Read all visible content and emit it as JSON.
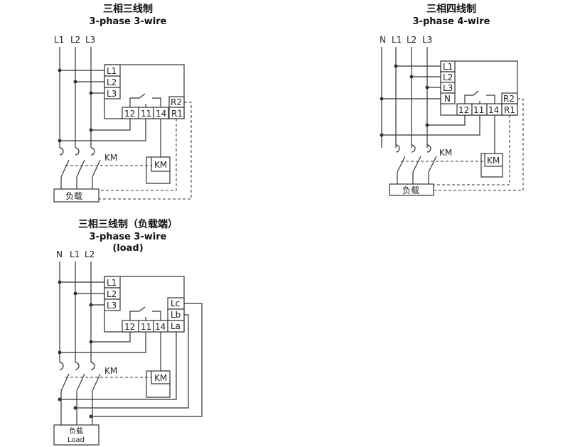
{
  "d1": {
    "title_cn": "三相三线制",
    "title_en": "3-phase 3-wire",
    "lines": [
      "L1",
      "L2",
      "L3"
    ],
    "inputs": [
      "L1",
      "L2",
      "L3"
    ],
    "terminals": [
      "12",
      "11",
      "14"
    ],
    "relay": [
      "R2",
      "R1"
    ],
    "contactor": "KM",
    "km_label": "KM",
    "load": "负载"
  },
  "d2": {
    "title_cn": "三相四线制",
    "title_en": "3-phase 4-wire",
    "lines": [
      "N",
      "L1",
      "L2",
      "L3"
    ],
    "inputs": [
      "L1",
      "L2",
      "L3",
      "N"
    ],
    "terminals": [
      "12",
      "11",
      "14"
    ],
    "relay": [
      "R2",
      "R1"
    ],
    "contactor": "KM",
    "km_label": "KM",
    "load": "负载"
  },
  "d3": {
    "title_cn": "三相三线制（负载端）",
    "title_en": "3-phase 3-wire",
    "title_en2": "(load)",
    "lines": [
      "N",
      "L1",
      "L2"
    ],
    "inputs": [
      "L1",
      "L2",
      "L3"
    ],
    "terminals": [
      "12",
      "11",
      "14"
    ],
    "relay": [
      "Lc",
      "Lb",
      "La"
    ],
    "contactor": "KM",
    "km_label": "KM",
    "load_cn": "负载",
    "load_en": "Load"
  }
}
